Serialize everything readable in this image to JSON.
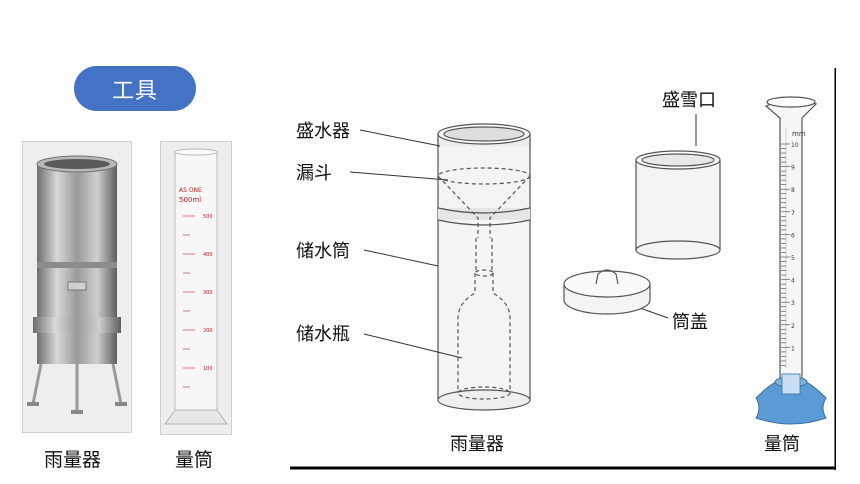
{
  "badge": {
    "label": "工具"
  },
  "photos": {
    "rain_gauge_caption": "雨量器",
    "cylinder_caption": "量筒",
    "cylinder_brand": "AS ONE",
    "cylinder_volume": "500ml",
    "cylinder_ticks": [
      "500",
      "400",
      "300",
      "200",
      "100"
    ]
  },
  "diagram": {
    "labels": {
      "water_container": "盛水器",
      "funnel": "漏斗",
      "storage_tube": "储水筒",
      "storage_bottle": "储水瓶",
      "snow_mouth": "盛雪口",
      "tube_cover": "筒盖",
      "rain_gauge": "雨量器",
      "cylinder": "量筒"
    },
    "scale_unit": "mm",
    "scale_ticks": [
      "10",
      "9",
      "8",
      "7",
      "6",
      "5",
      "4",
      "3",
      "2",
      "1"
    ]
  },
  "colors": {
    "badge_bg": "#4472c4",
    "cylinder_base": "#5b9bd5",
    "frame_line": "#000000"
  }
}
